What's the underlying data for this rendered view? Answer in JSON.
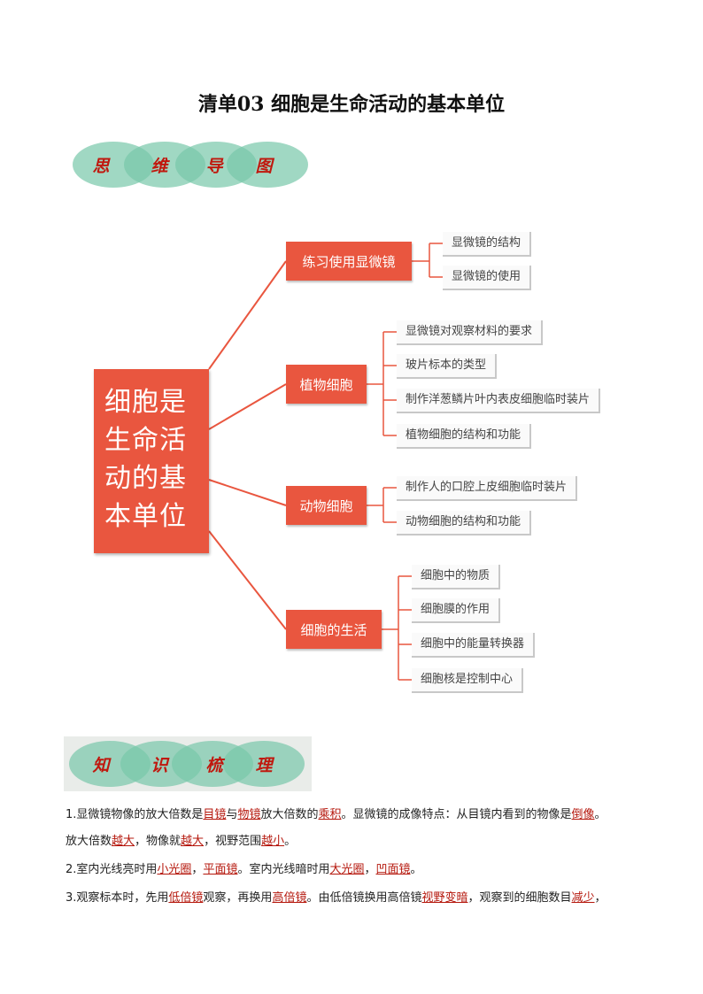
{
  "title": "清单03 细胞是生命活动的基本单位",
  "banner1": [
    "思",
    "维",
    "导",
    "图"
  ],
  "banner2": [
    "知",
    "识",
    "梳",
    "理"
  ],
  "mindmap": {
    "root": [
      "细胞是",
      "生命活",
      "动的基",
      "本单位"
    ],
    "branches": [
      {
        "label": "练习使用显微镜",
        "children": [
          "显微镜的结构",
          "显微镜的使用"
        ]
      },
      {
        "label": "植物细胞",
        "children": [
          "显微镜对观察材料的要求",
          "玻片标本的类型",
          "制作洋葱鳞片叶内表皮细胞临时装片",
          "植物细胞的结构和功能"
        ]
      },
      {
        "label": "动物细胞",
        "children": [
          "制作人的口腔上皮细胞临时装片",
          "动物细胞的结构和功能"
        ]
      },
      {
        "label": "细胞的生活",
        "children": [
          "细胞中的物质",
          "细胞膜的作用",
          "细胞中的能量转换器",
          "细胞核是控制中心"
        ]
      }
    ]
  },
  "paragraphs": [
    [
      {
        "t": "1.显微镜物像的放大倍数是"
      },
      {
        "t": "目镜",
        "h": true
      },
      {
        "t": "与"
      },
      {
        "t": "物镜",
        "h": true
      },
      {
        "t": "放大倍数的"
      },
      {
        "t": "乘积",
        "h": true
      },
      {
        "t": "。显微镜的成像特点：从目镜内看到的物像是"
      },
      {
        "t": "倒像",
        "h": true
      },
      {
        "t": "。"
      }
    ],
    [
      {
        "t": "放大倍数"
      },
      {
        "t": "越大",
        "h": true
      },
      {
        "t": "，物像就"
      },
      {
        "t": "越大",
        "h": true
      },
      {
        "t": "，视野范围"
      },
      {
        "t": "越小",
        "h": true
      },
      {
        "t": "。"
      }
    ],
    [
      {
        "t": "2.室内光线亮时用"
      },
      {
        "t": "小光圈",
        "h": true
      },
      {
        "t": "，"
      },
      {
        "t": "平面镜",
        "h": true
      },
      {
        "t": "。室内光线暗时用"
      },
      {
        "t": "大光圈",
        "h": true
      },
      {
        "t": "，"
      },
      {
        "t": "凹面镜",
        "h": true
      },
      {
        "t": "。"
      }
    ],
    [
      {
        "t": "3.观察标本时，先用"
      },
      {
        "t": "低倍镜",
        "h": true
      },
      {
        "t": "观察，再换用"
      },
      {
        "t": "高倍镜",
        "h": true
      },
      {
        "t": "。由低倍镜换用高倍镜"
      },
      {
        "t": "视野变暗",
        "h": true
      },
      {
        "t": "，观察到的细胞数目"
      },
      {
        "t": "减少",
        "h": true
      },
      {
        "t": "，"
      }
    ]
  ]
}
